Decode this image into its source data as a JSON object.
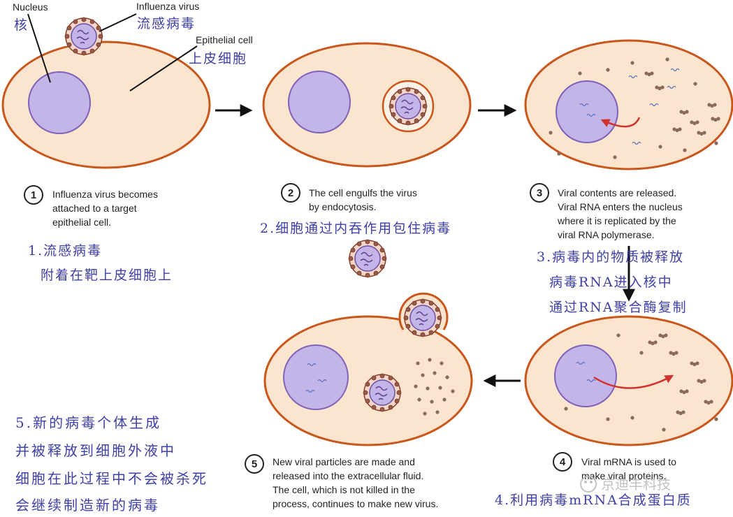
{
  "colors": {
    "cell_fill": "#fbe5cf",
    "cell_stroke": "#c9561b",
    "nucleus_fill": "#c3b5e8",
    "nucleus_stroke": "#7f62b8",
    "annotation": "#3f3fa8",
    "arrow_red": "#d2322d"
  },
  "icons": [
    "arrow-right-icon",
    "arrow-down-icon",
    "arrow-left-icon",
    "virus-icon",
    "watermark-logo-icon"
  ],
  "labels": {
    "nucleus_en": "Nucleus",
    "nucleus_cn": "核",
    "virus_en": "Influenza virus",
    "virus_cn": "流感病毒",
    "cell_en": "Epithelial cell",
    "cell_cn": "上皮细胞"
  },
  "steps": [
    {
      "number": "1",
      "en_lines": [
        "Influenza virus becomes",
        "attached to a target",
        "epithelial cell."
      ],
      "cn_lines": [
        "1.流感病毒",
        "附着在靶上皮细胞上"
      ]
    },
    {
      "number": "2",
      "en_lines": [
        "The cell engulfs the virus",
        "by endocytosis."
      ],
      "cn_lines": [
        "2.细胞通过内吞作用包住病毒"
      ]
    },
    {
      "number": "3",
      "en_lines": [
        "Viral contents are released.",
        "Viral RNA enters the nucleus",
        "where it is replicated by the",
        "viral RNA polymerase."
      ],
      "cn_lines": [
        "3.病毒内的物质被释放",
        "病毒RNA进入核中",
        "通过RNA聚合酶复制"
      ]
    },
    {
      "number": "4",
      "en_lines": [
        "Viral mRNA is used to",
        "make viral proteins."
      ],
      "cn_lines": [
        "4.利用病毒mRNA合成蛋白质"
      ]
    },
    {
      "number": "5",
      "en_lines": [
        "New viral particles are made and",
        "released into the extracellular fluid.",
        "The cell, which is not killed in the",
        "process, continues to make new virus."
      ],
      "cn_lines": [
        "5.新的病毒个体生成",
        "并被释放到细胞外液中",
        "细胞在此过程中不会被杀死",
        "会继续制造新的病毒"
      ]
    }
  ],
  "watermark": "京迪丰科技"
}
